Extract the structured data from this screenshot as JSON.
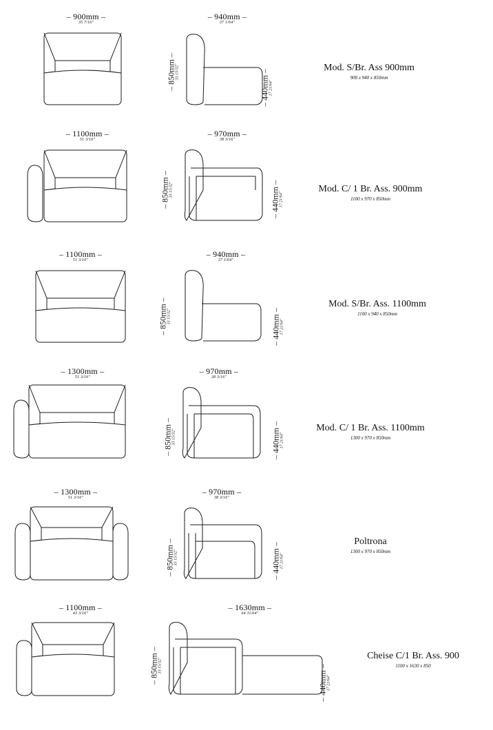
{
  "rows": [
    {
      "top_width": "900mm",
      "top_width_in": "35 7/16\"",
      "side_width": "940mm",
      "side_width_in": "37 1/64\"",
      "height_total": "850mm",
      "height_total_in": "33 15/32\"",
      "seat_height": "440mm",
      "seat_height_in": "17 21/64\"",
      "title": "Mod. S/Br. Ass 900mm",
      "size": "900 x 940 x 850mm"
    },
    {
      "top_width": "1100mm",
      "top_width_in": "51 3/16\"",
      "side_width": "970mm",
      "side_width_in": "38 3/16\"",
      "height_total": "850mm",
      "height_total_in": "33 15/32\"",
      "seat_height": "440mm",
      "seat_height_in": "17 21/64\"",
      "title": "Mod. C/ 1 Br. Ass. 900mm",
      "size": "1100 x 970 x 850mm"
    },
    {
      "top_width": "1100mm",
      "top_width_in": "51 3/16\"",
      "side_width": "940mm",
      "side_width_in": "37 1/64\"",
      "height_total": "850mm",
      "height_total_in": "33 15/32\"",
      "seat_height": "440mm",
      "seat_height_in": "17 21/64\"",
      "title": "Mod. S/Br. Ass. 1100mm",
      "size": "1100 x 940 x 850mm"
    },
    {
      "top_width": "1300mm",
      "top_width_in": "51 3/16\"",
      "side_width": "970mm",
      "side_width_in": "38 3/16\"",
      "height_total": "850mm",
      "height_total_in": "33 15/32\"",
      "seat_height": "440mm",
      "seat_height_in": "17 21/64\"",
      "title": "Mod. C/ 1 Br. Ass. 1100mm",
      "size": "1300 x 970 x 850mm"
    },
    {
      "top_width": "1300mm",
      "top_width_in": "51 3/16\"",
      "side_width": "970mm",
      "side_width_in": "38 3/16\"",
      "height_total": "850mm",
      "height_total_in": "33 15/32\"",
      "seat_height": "440mm",
      "seat_height_in": "17 21/64\"",
      "title": "Poltrona",
      "size": "1300 x 970 x 850mm"
    },
    {
      "top_width": "1100mm",
      "top_width_in": "43 3/16\"",
      "side_width": "1630mm",
      "side_width_in": "64 11/64\"",
      "height_total": "850mm",
      "height_total_in": "33 15/32\"",
      "seat_height": "440mm",
      "seat_height_in": "17 21/64\"",
      "title": "Cheise C/1 Br. Ass. 900",
      "size": "1100 x 1630 x 850"
    }
  ]
}
